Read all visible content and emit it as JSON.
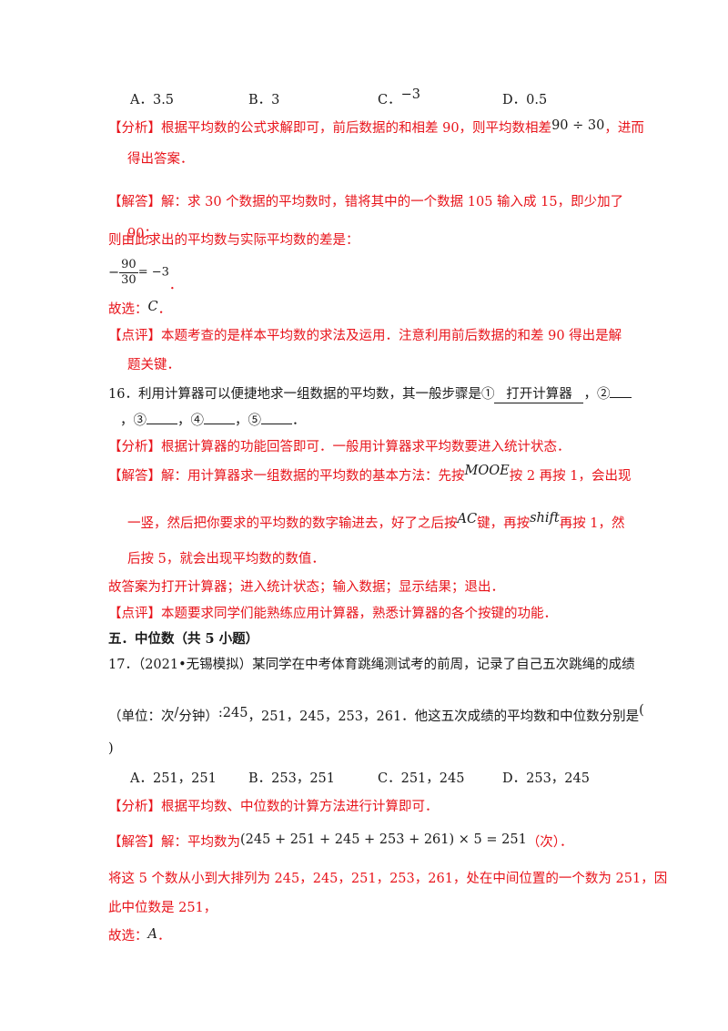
{
  "q15": {
    "options": [
      "A．3.5",
      "B．3",
      "C．",
      "D．0.5"
    ],
    "option_c_math": "−3",
    "analysis_tag": "【分析】",
    "analysis_1": "根据平均数的公式求解即可，前后数据的和相差 90，则平均数相差",
    "analysis_math": "90 ÷ 30",
    "analysis_1b": "，进而",
    "analysis_2": "得出答案．",
    "answer_tag": "【解答】",
    "answer_1": "解：求 30 个数据的平均数时，错将其中的一个数据 105 输入成 15，即少加了",
    "answer_2": "90；",
    "answer_3": "则由此求出的平均数与实际平均数的差是：",
    "frac_sign": "−",
    "frac_num": "90",
    "frac_den": "30",
    "frac_result": "= −3",
    "frac_end": "．",
    "choice_label": "故选：",
    "choice_value": "C",
    "choice_end": "．",
    "review_tag": "【点评】",
    "review_1": "本题考查的是样本平均数的求法及运用．注意利用前后数据的和差 90 得出是解",
    "review_2": "题关键．"
  },
  "q16": {
    "stem_1": "16．利用计算器可以便捷地求一组数据的平均数，其一般步骤是①",
    "blank_1": "打开计算器",
    "stem_1b": "，②",
    "stem_2a": "，③",
    "stem_2b": "，④",
    "stem_2c": "，⑤",
    "stem_2d": "．",
    "analysis_tag": "【分析】",
    "analysis_1": "根据计算器的功能回答即可．一般用计算器求平均数要进入统计状态．",
    "answer_tag": "【解答】",
    "answer_1": "解：用计算器求一组数据的平均数的基本方法：先按",
    "key_mode": "MOOE",
    "answer_1b": "按 2 再按 1，会出现",
    "answer_2": "一竖，然后把你要求的平均数的数字输进去，好了之后按",
    "key_ac": "AC",
    "answer_2b": "键，再按",
    "key_shift": "shift",
    "answer_2c": "再按 1，然",
    "answer_3": "后按 5，就会出现平均数的数值．",
    "result": "故答案为打开计算器；进入统计状态；输入数据；显示结果；退出．",
    "review_tag": "【点评】",
    "review_1": "本题要求同学们能熟练应用计算器，熟悉计算器的各个按键的功能．"
  },
  "section5": {
    "title": "五．中位数（共 5 小题）"
  },
  "q17": {
    "stem_1": "17．（2021•无锡模拟）某同学在中考体育跳绳测试考的前周，记录了自己五次跳绳的成绩",
    "stem_2a": "（单位：次",
    "stem_2slash": "/",
    "stem_2b": "分钟）",
    "stem_2colon": ":",
    "stem_2num": "245",
    "stem_2c": "，251，245，253，261．他这五次成绩的平均数和中位数分别是",
    "stem_2paren": "(",
    "stem_3": ")",
    "options": [
      "A．251，251",
      "B．253，251",
      "C．251，245",
      "D．253，245"
    ],
    "analysis_tag": "【分析】",
    "analysis_1": "根据平均数、中位数的计算方法进行计算即可．",
    "answer_tag": "【解答】",
    "answer_1": "解：平均数为",
    "answer_math": "(245 + 251 + 245 + 253 + 261) × 5 = 251",
    "answer_1b": "（次）．",
    "answer_2": "将这 5 个数从小到大排列为 245，245，251，253，261，处在中间位置的一个数为 251，因",
    "answer_3": "此中位数是 251，",
    "choice_label": "故选：",
    "choice_value": "A",
    "choice_end": "．"
  }
}
